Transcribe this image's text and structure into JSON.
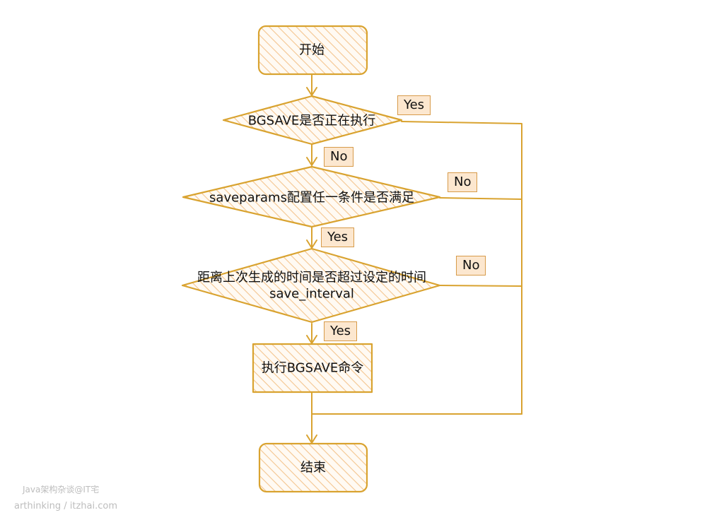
{
  "colors": {
    "stroke": "#d9a330",
    "hatch": "#f4c58f",
    "fill": "#fffaf3",
    "tag_fill": "#fce7cf",
    "tag_border": "#d79b4a"
  },
  "nodes": {
    "start": "开始",
    "decision_bgsave": "BGSAVE是否正在执行",
    "decision_saveparams": "saveparams配置任一条件是否满足",
    "decision_interval_line1": "距离上次生成的时间是否超过设定的时间",
    "decision_interval_line2": "save_interval",
    "action_bgsave": "执行BGSAVE命令",
    "end": "结束"
  },
  "edge_labels": {
    "bgsave_yes": "Yes",
    "bgsave_no": "No",
    "saveparams_no": "No",
    "saveparams_yes": "Yes",
    "interval_no": "No",
    "interval_yes": "Yes"
  },
  "watermark": {
    "line1": "Java架构杂谈@IT宅",
    "line2": "arthinking / itzhai.com"
  }
}
